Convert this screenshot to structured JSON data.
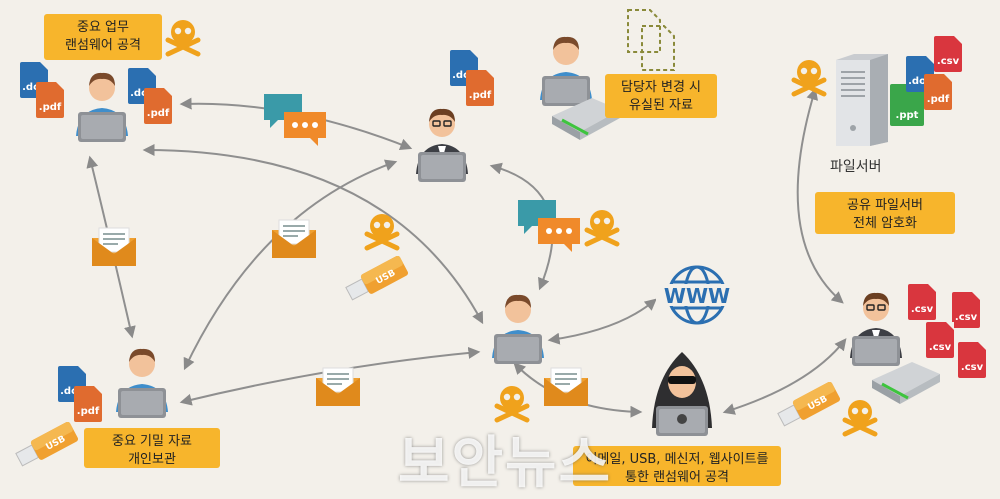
{
  "callouts": {
    "important_work": "중요 업무\n랜섬웨어 공격",
    "handover": "담당자 변경 시\n유실된 자료",
    "shared_server": "공유 파일서버\n전체 암호화",
    "personal_storage": "중요 기밀 자료\n개인보관",
    "attack_vectors": "이메일, USB, 메신저, 웹사이트를\n통한 랜섬웨어 공격"
  },
  "server_label": "파일서버",
  "www_label": "WWW",
  "usb_label": "USB",
  "file_labels": {
    "doc": ".doc",
    "pdf": ".pdf",
    "ppt": ".ppt",
    "csv": ".csv"
  },
  "watermark": "보안뉴스",
  "colors": {
    "callout": "#f7b52c",
    "doc": "#2b6fb1",
    "pdf": "#e06b2f",
    "ppt": "#3aa64a",
    "csv": "#d9363e",
    "link": "#888888",
    "chat_teal": "#3a9aa8",
    "chat_orange": "#f08a2a"
  }
}
